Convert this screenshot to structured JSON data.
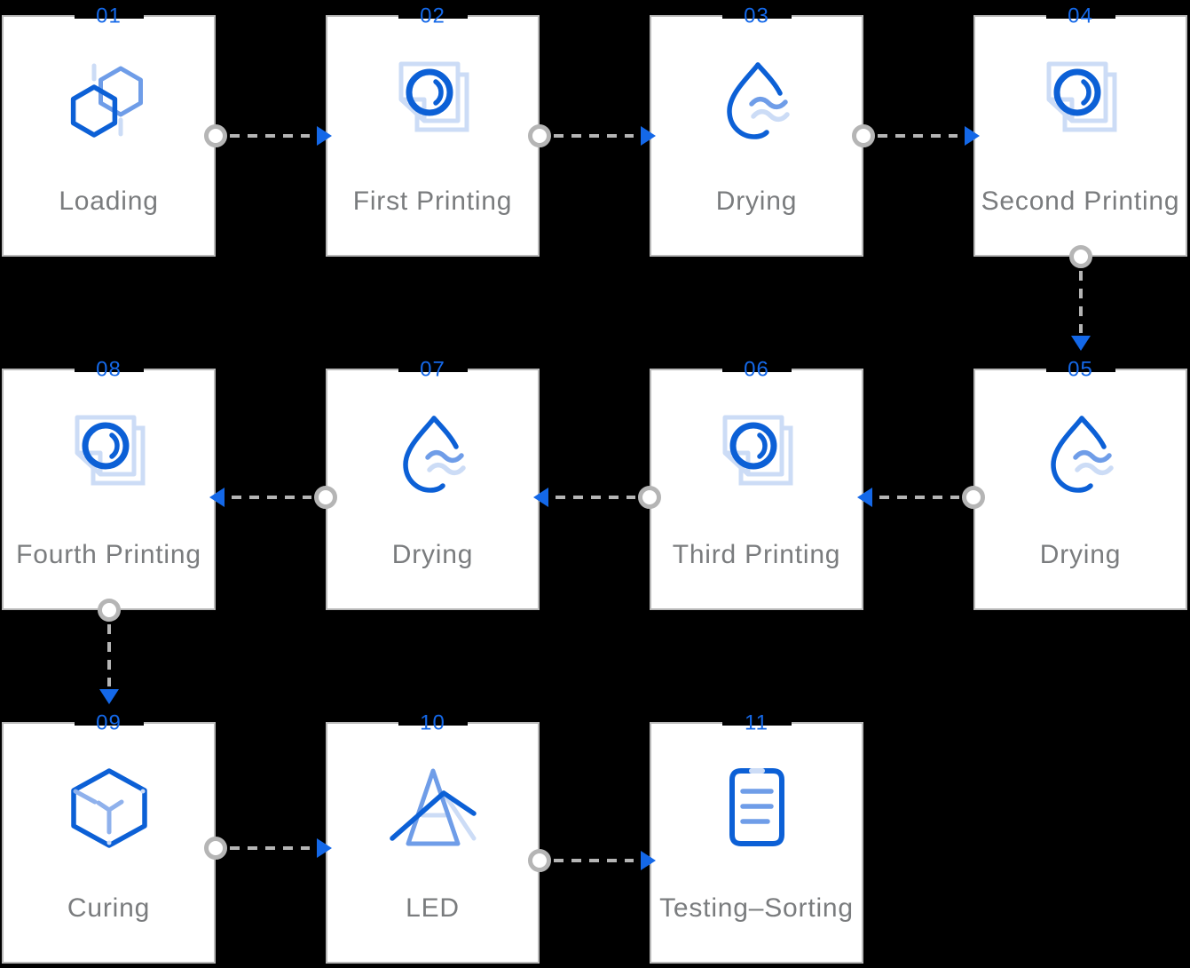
{
  "page": {
    "background": "#000000"
  },
  "colors": {
    "accent_blue": "#1468e8",
    "icon_blue_dark": "#0c60d6",
    "icon_blue_medium": "#6f9de8",
    "icon_blue_soft": "#8fb1ec",
    "icon_blue_light": "#ccdcf6",
    "card_background": "#ffffff",
    "card_border": "#b9b9b9",
    "label_gray": "#7a7c7e",
    "connector_gray": "#b5b5b5"
  },
  "steps": [
    {
      "num": "01",
      "label": "Loading",
      "icon": "hexagons-icon",
      "row": 0,
      "col": 0
    },
    {
      "num": "02",
      "label": "First Printing",
      "icon": "printing-pages-icon",
      "row": 0,
      "col": 1
    },
    {
      "num": "03",
      "label": "Drying",
      "icon": "droplet-waves-icon",
      "row": 0,
      "col": 2
    },
    {
      "num": "04",
      "label": "Second Printing",
      "icon": "printing-pages-icon",
      "row": 0,
      "col": 3
    },
    {
      "num": "05",
      "label": "Drying",
      "icon": "droplet-waves-icon",
      "row": 1,
      "col": 3
    },
    {
      "num": "06",
      "label": "Third Printing",
      "icon": "printing-pages-icon",
      "row": 1,
      "col": 2
    },
    {
      "num": "07",
      "label": "Drying",
      "icon": "droplet-waves-icon",
      "row": 1,
      "col": 1
    },
    {
      "num": "08",
      "label": "Fourth Printing",
      "icon": "printing-pages-icon",
      "row": 1,
      "col": 0
    },
    {
      "num": "09",
      "label": "Curing",
      "icon": "cube-icon",
      "row": 2,
      "col": 0
    },
    {
      "num": "10",
      "label": "LED",
      "icon": "prism-icon",
      "row": 2,
      "col": 1
    },
    {
      "num": "11",
      "label": "Testing–Sorting",
      "icon": "clipboard-icon",
      "row": 2,
      "col": 2
    }
  ],
  "connectors": [
    {
      "from": "01",
      "to": "02",
      "direction": "right"
    },
    {
      "from": "02",
      "to": "03",
      "direction": "right"
    },
    {
      "from": "03",
      "to": "04",
      "direction": "right"
    },
    {
      "from": "04",
      "to": "05",
      "direction": "down"
    },
    {
      "from": "05",
      "to": "06",
      "direction": "left"
    },
    {
      "from": "06",
      "to": "07",
      "direction": "left"
    },
    {
      "from": "07",
      "to": "08",
      "direction": "left"
    },
    {
      "from": "08",
      "to": "09",
      "direction": "down"
    },
    {
      "from": "09",
      "to": "10",
      "direction": "right"
    },
    {
      "from": "10",
      "to": "11",
      "direction": "right"
    }
  ]
}
